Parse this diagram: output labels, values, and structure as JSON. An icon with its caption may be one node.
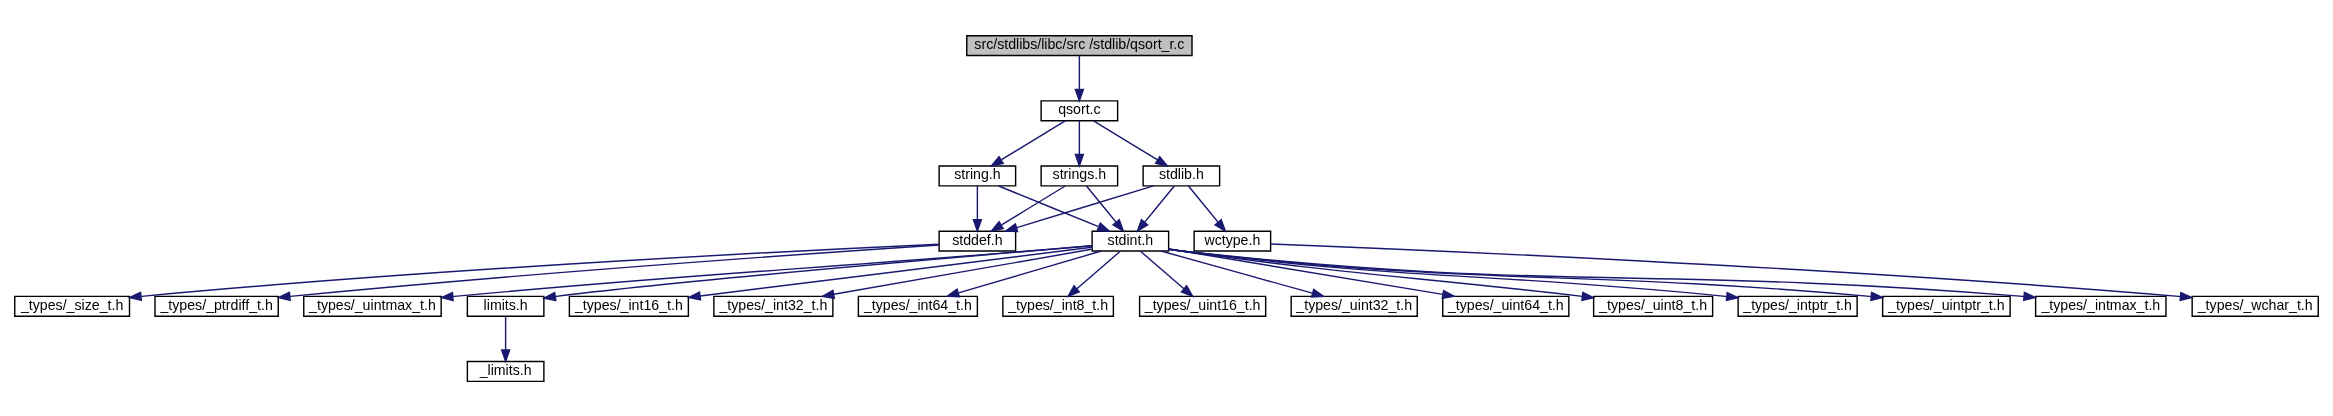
{
  "diagram": {
    "nodes": [
      {
        "text": [
          "src/stdlibs/libc/src /stdlib/qsort_r.c"
        ]
      },
      {
        "text": [
          "qsort.c"
        ]
      },
      {
        "text": [
          "strings.h"
        ]
      },
      {
        "text": [
          "string.h"
        ]
      },
      {
        "text": [
          "stdlib.h"
        ]
      },
      {
        "text": [
          "stdint.h"
        ]
      },
      {
        "text": [
          "stddef.h"
        ]
      },
      {
        "text": [
          "wctype.h"
        ]
      },
      {
        "text": [
          "_types/_uint16_t.h"
        ]
      },
      {
        "text": [
          "_types/_uint32_t.h"
        ]
      },
      {
        "text": [
          "_types/_uint64_t.h"
        ]
      },
      {
        "text": [
          "_types/_uint8_t.h"
        ]
      },
      {
        "text": [
          "_types/_intptr_t.h"
        ]
      },
      {
        "text": [
          "_types/_uintptr_t.h"
        ]
      },
      {
        "text": [
          "_types/_intmax_t.h"
        ]
      },
      {
        "text": [
          "_types/_uintmax_t.h"
        ]
      },
      {
        "text": [
          "limits.h"
        ]
      },
      {
        "text": [
          "_types/_int16_t.h"
        ]
      },
      {
        "text": [
          "_types/_int32_t.h"
        ]
      },
      {
        "text": [
          "_types/_int64_t.h"
        ]
      },
      {
        "text": [
          "_types/_int8_t.h"
        ]
      },
      {
        "text": [
          "_types/_size_t.h"
        ]
      },
      {
        "text": [
          "_types/_ptrdiff_t.h"
        ]
      },
      {
        "text": [
          "_types/_wchar_t.h"
        ]
      },
      {
        "text": [
          "_limits.h"
        ]
      }
    ],
    "edges": [
      {
        "from": 0,
        "to": 1,
        "arrow": "to"
      },
      {
        "from": 1,
        "to": 2,
        "arrow": "to"
      },
      {
        "from": 1,
        "to": 3,
        "arrow": "to"
      },
      {
        "from": 1,
        "to": 4,
        "arrow": "to"
      },
      {
        "from": 2,
        "to": 5,
        "arrow": "to"
      },
      {
        "from": 2,
        "to": 6,
        "arrow": "to"
      },
      {
        "from": 3,
        "to": 5,
        "arrow": "to"
      },
      {
        "from": 3,
        "to": 6,
        "arrow": "to"
      },
      {
        "from": 4,
        "to": 5,
        "arrow": "to"
      },
      {
        "from": 4,
        "to": 6,
        "arrow": "to"
      },
      {
        "from": 4,
        "to": 7,
        "arrow": "to"
      },
      {
        "from": 5,
        "to": 8,
        "arrow": "to"
      },
      {
        "from": 5,
        "to": 9,
        "arrow": "to"
      },
      {
        "from": 5,
        "to": 10,
        "arrow": "to"
      },
      {
        "from": 5,
        "to": 11,
        "arrow": "to"
      },
      {
        "from": 5,
        "to": 12,
        "arrow": "to"
      },
      {
        "from": 5,
        "to": 13,
        "arrow": "to"
      },
      {
        "from": 5,
        "to": 14,
        "arrow": "to"
      },
      {
        "from": 5,
        "to": 15,
        "arrow": "to"
      },
      {
        "from": 5,
        "to": 16,
        "arrow": "to"
      },
      {
        "from": 5,
        "to": 17,
        "arrow": "to"
      },
      {
        "from": 5,
        "to": 18,
        "arrow": "to"
      },
      {
        "from": 5,
        "to": 19,
        "arrow": "to"
      },
      {
        "from": 5,
        "to": 20,
        "arrow": "to"
      },
      {
        "from": 16,
        "to": 24,
        "arrow": "to"
      },
      {
        "from": 6,
        "to": 21,
        "arrow": "to"
      },
      {
        "from": 6,
        "to": 22,
        "arrow": "to"
      },
      {
        "from": 7,
        "to": 23,
        "arrow": "to"
      }
    ]
  }
}
